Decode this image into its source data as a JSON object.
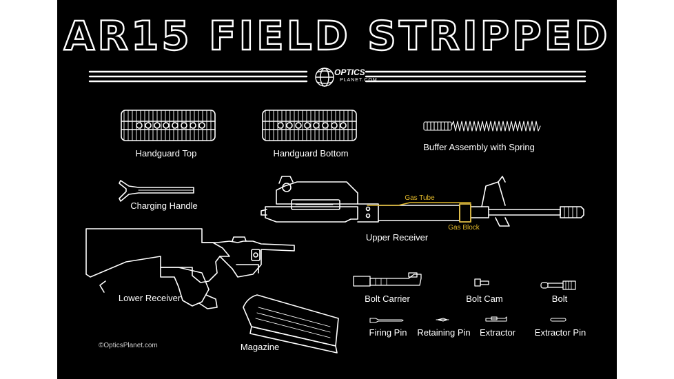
{
  "title": "AR15 FIELD STRIPPED",
  "brand": {
    "name": "OPTICS",
    "sub": "PLANET.COM"
  },
  "copyright": "©OpticsPlanet.com",
  "colors": {
    "background": "#000000",
    "line": "#ffffff",
    "accent": "#e0b72a"
  },
  "parts": {
    "handguard_top": "Handguard Top",
    "handguard_bottom": "Handguard Bottom",
    "buffer": "Buffer Assembly with Spring",
    "charging_handle": "Charging Handle",
    "upper_receiver": "Upper Receiver",
    "gas_tube": "Gas Tube",
    "gas_block": "Gas Block",
    "lower_receiver": "Lower Receiver",
    "magazine": "Magazine",
    "bolt_carrier": "Bolt Carrier",
    "bolt_cam": "Bolt Cam",
    "bolt": "Bolt",
    "firing_pin": "Firing Pin",
    "retaining_pin": "Retaining Pin",
    "extractor": "Extractor",
    "extractor_pin": "Extractor Pin"
  }
}
